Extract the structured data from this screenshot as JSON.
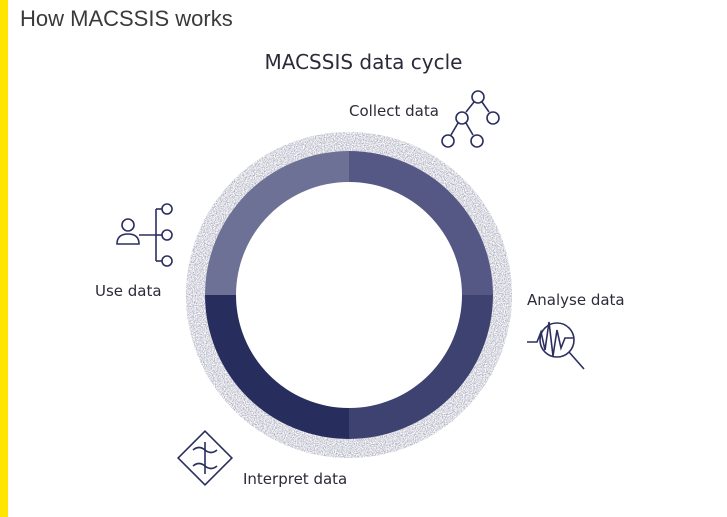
{
  "header": {
    "title": "How MACSSIS works"
  },
  "diagram": {
    "title": "MACSSIS data cycle",
    "steps": [
      {
        "label": "Collect data",
        "icon": "hierarchy-icon",
        "color": "#555884"
      },
      {
        "label": "Analyse data",
        "icon": "analysis-icon",
        "color": "#3e4271"
      },
      {
        "label": "Interpret data",
        "icon": "puzzle-icon",
        "color": "#272e5e"
      },
      {
        "label": "Use data",
        "icon": "share-user-icon",
        "color": "#6e7196"
      }
    ]
  },
  "colors": {
    "accent": "#FFE600",
    "text": "#2b2b3a",
    "shadow": "#8a8ba6"
  }
}
